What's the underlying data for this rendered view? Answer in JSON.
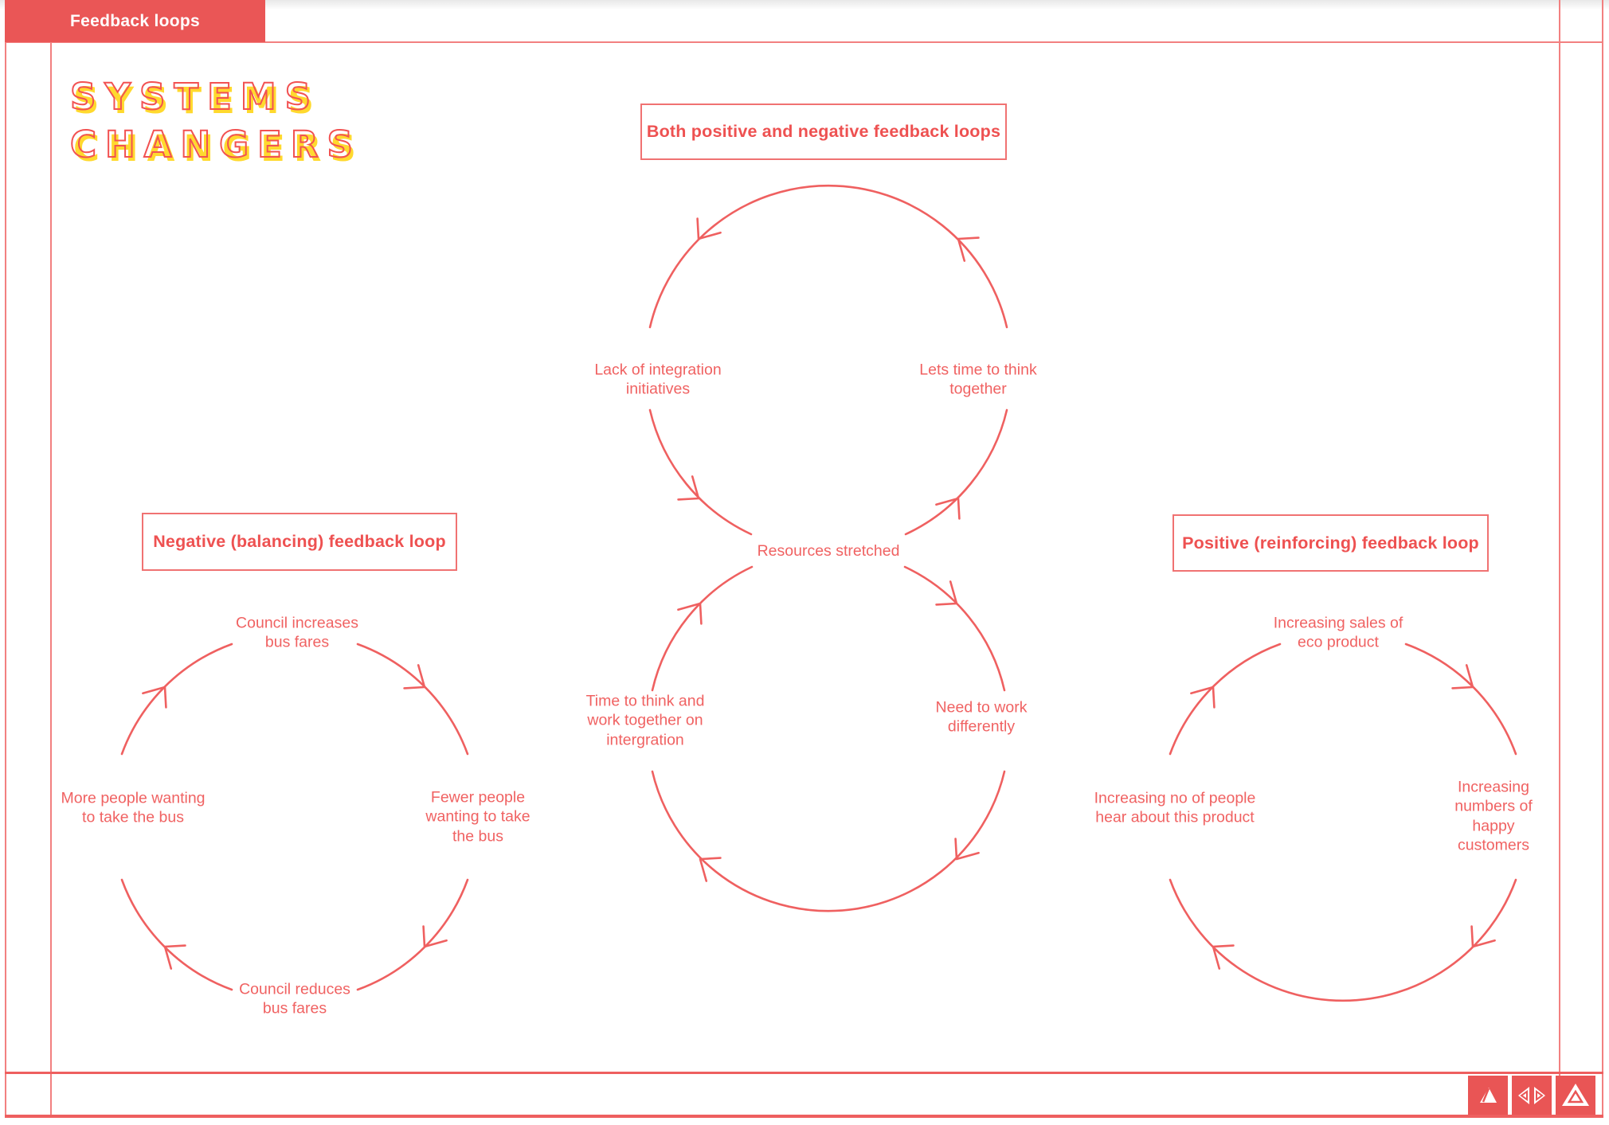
{
  "tab": {
    "title": "Feedback loops"
  },
  "logo": {
    "line1": "SYSTEMS",
    "line2": "CHANGERS"
  },
  "colors": {
    "accent_red": "#ee5b5b",
    "logo_yellow": "#ffd92e",
    "white": "#ffffff"
  },
  "loops": {
    "combined": {
      "title": "Both positive and negative feedback loops",
      "nodes": {
        "upper_left": "Lack of integration\ninitiatives",
        "upper_right": "Lets time to think\ntogether",
        "junction": "Resources stretched",
        "lower_left": "Time to think and\nwork together on\nintergration",
        "lower_right": "Need to work\ndifferently"
      }
    },
    "negative": {
      "title": "Negative (balancing) feedback loop",
      "nodes": {
        "top": "Council increases\nbus fares",
        "right": "Fewer people\nwanting to take\nthe bus",
        "bottom": "Council reduces\nbus fares",
        "left": "More people wanting\nto take the bus"
      }
    },
    "positive": {
      "title": "Positive (reinforcing) feedback loop",
      "nodes": {
        "top": "Increasing sales of\neco product",
        "right": "Increasing\nnumbers of\nhappy customers",
        "left": "Increasing no of people\nhear about this product"
      }
    }
  },
  "footer": {
    "buttons": [
      {
        "icon": "small-triangle-icon"
      },
      {
        "icon": "mirrored-triangles-icon"
      },
      {
        "icon": "nested-triangle-icon"
      }
    ]
  }
}
